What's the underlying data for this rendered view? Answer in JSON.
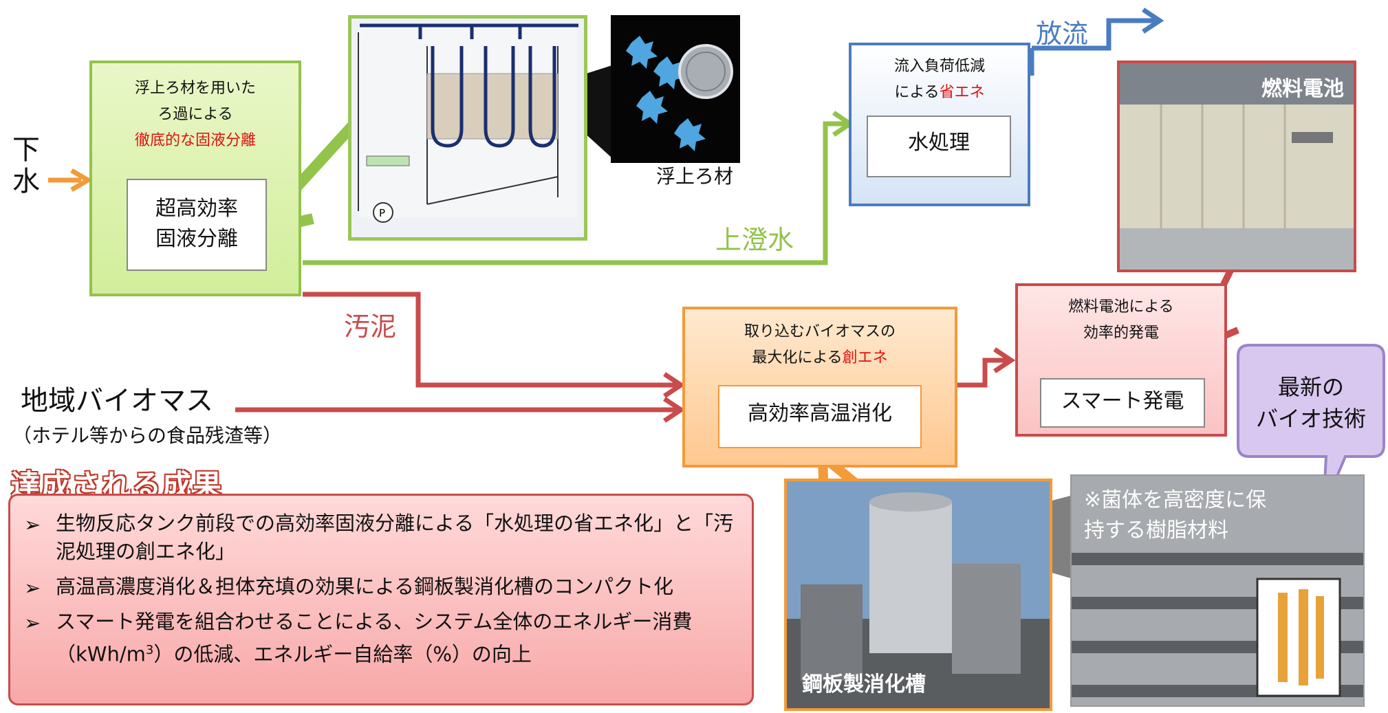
{
  "inputs": {
    "sewage": "下\n水",
    "biomass": "地域バイオマス",
    "biomass_note": "（ホテル等からの食品残渣等）"
  },
  "separation": {
    "description_line1": "浮上ろ材を用いた",
    "description_line2": "ろ過による",
    "description_highlight": "徹底的な固液分離",
    "inner_label": "超高効率\n固液分離"
  },
  "filter_media": {
    "caption": "浮上ろ材"
  },
  "water_treatment": {
    "description_line1": "流入負荷低減",
    "description_line2_prefix": "による",
    "description_line2_highlight": "省エネ",
    "inner_label": "水処理"
  },
  "flows": {
    "discharge": "放流",
    "supernatant": "上澄水",
    "sludge": "汚泥"
  },
  "fuel_cell_photo": {
    "label": "燃料電池"
  },
  "power": {
    "description_line1": "燃料電池による",
    "description_line2": "効率的発電",
    "inner_label": "スマート発電"
  },
  "digestion": {
    "description_line1": "取り込むバイオマスの",
    "description_line2_prefix": "最大化による",
    "description_line2_highlight": "創エネ",
    "inner_label": "高効率高温消化"
  },
  "callout": {
    "text": "最新の\nバイオ技術"
  },
  "digester_photo": {
    "label": "鋼板製消化槽"
  },
  "resin_photo": {
    "label": "※菌体を高密度に保\n持する樹脂材料"
  },
  "results": {
    "heading": "達成される成果",
    "items": [
      "生物反応タンク前段での高効率固液分離による「水処理の省エネ化」と「汚泥処理の創エネ化」",
      "高温高濃度消化＆担体充填の効果による鋼板製消化槽のコンパクト化"
    ],
    "item3_prefix": "スマート発電を組合わせることによる、システム全体のエネルギー消費（kWh/m",
    "item3_superscript": "3",
    "item3_suffix": "）の低減、エネルギー自給率（%）の向上"
  },
  "colors": {
    "green": "#92c34a",
    "blue": "#4a7cc1",
    "orange": "#f39a3a",
    "red": "#c94b4b",
    "highlight_red": "#e01010"
  }
}
